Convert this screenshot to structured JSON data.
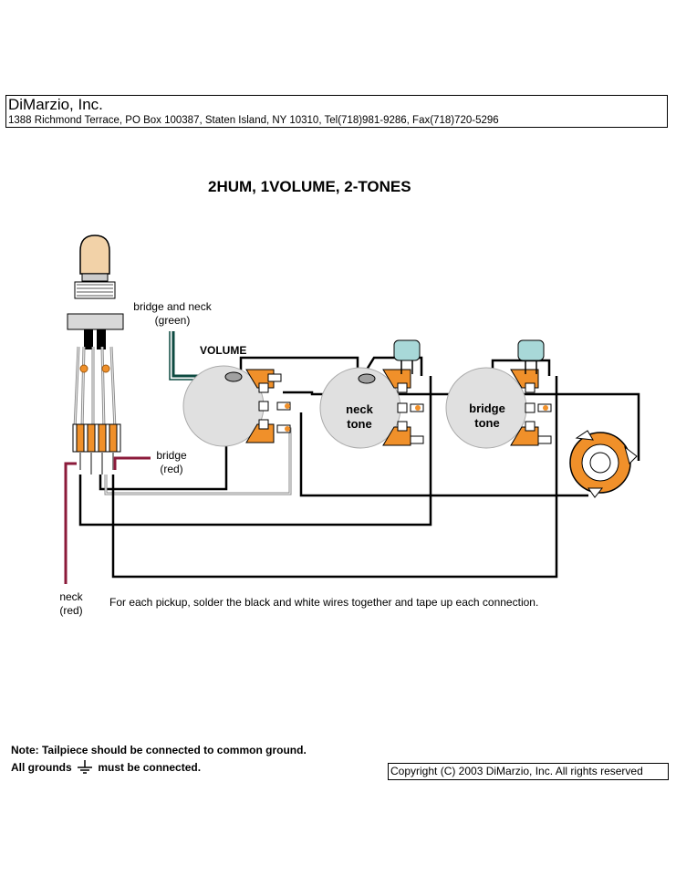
{
  "header": {
    "company": "DiMarzio, Inc.",
    "address": "1388 Richmond Terrace, PO Box 100387, Staten Island, NY 10310, Tel(718)981-9286, Fax(718)720-5296"
  },
  "diagram": {
    "title": "2HUM, 1VOLUME, 2-TONES",
    "labels": {
      "bridge_neck_line1": "bridge and neck",
      "bridge_neck_line2": "(green)",
      "volume": "VOLUME",
      "neck_tone_line1": "neck",
      "neck_tone_line2": "tone",
      "bridge_tone_line1": "bridge",
      "bridge_tone_line2": "tone",
      "bridge_red_line1": "bridge",
      "bridge_red_line2": "(red)",
      "neck_red_line1": "neck",
      "neck_red_line2": "(red)"
    },
    "instruction": "For each pickup, solder the black and white wires together and tape up each connection.",
    "colors": {
      "wire_black": "#000000",
      "wire_green": "#0d4a40",
      "wire_red": "#8b1a3a",
      "lug_orange": "#f0902a",
      "pot_gray": "#e0e0e0",
      "cap_teal": "#a8d8d8",
      "knob_tan": "#f2d2a8"
    }
  },
  "notes": {
    "tailpiece": "Note: Tailpiece should be connected to common ground.",
    "grounds_prefix": "All grounds",
    "grounds_suffix": "must be connected.",
    "ground_icon": "ground-symbol-icon"
  },
  "copyright": "Copyright (C) 2003 DiMarzio, Inc. All rights reserved"
}
